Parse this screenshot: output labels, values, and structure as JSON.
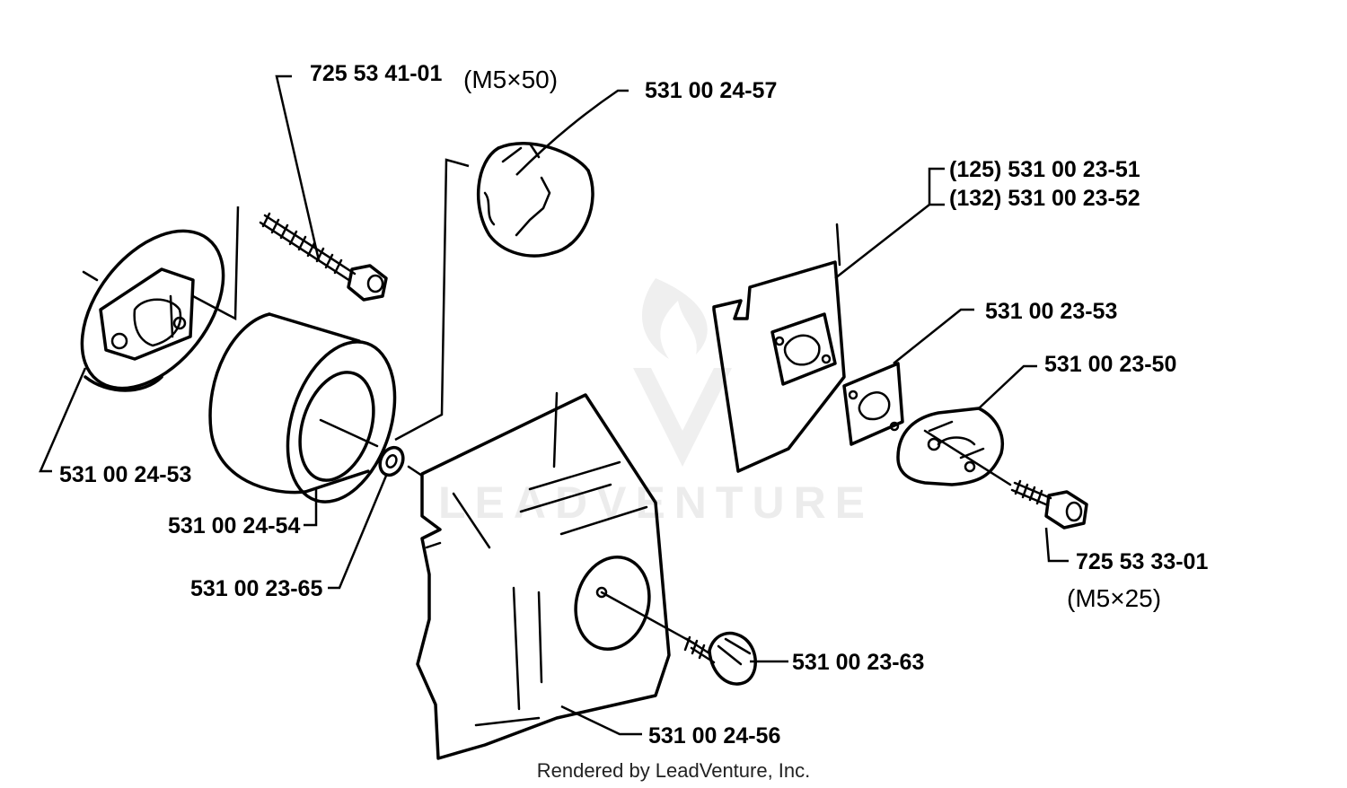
{
  "diagram": {
    "watermark": "LEADVENTURE",
    "footer": "Rendered by LeadVenture, Inc.",
    "labels": {
      "screw_top": "725 53 41-01",
      "screw_top_size": "(M5×50)",
      "part_57": "531 00 24-57",
      "part_51": "(125) 531 00 23-51",
      "part_52": "(132) 531 00 23-52",
      "part_53a": "531 00 23-53",
      "part_50": "531 00 23-50",
      "part_53b": "531 00 24-53",
      "part_54": "531 00 24-54",
      "part_65": "531 00 23-65",
      "screw_bottom": "725 53 33-01",
      "screw_bottom_size": "(M5×25)",
      "part_63": "531 00 23-63",
      "part_56": "531 00 24-56"
    }
  }
}
